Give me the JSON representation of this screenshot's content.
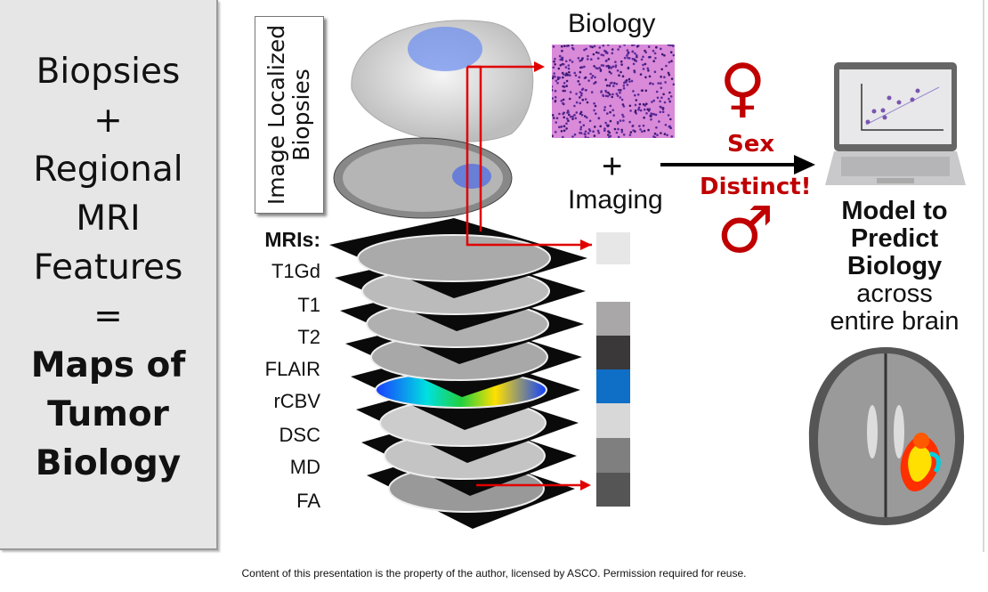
{
  "left_panel": {
    "lines": [
      "Biopsies",
      "+",
      "Regional",
      "MRI",
      "Features",
      "="
    ],
    "bold_lines": [
      "Maps of",
      "Tumor",
      "Biology"
    ]
  },
  "vertical_label": {
    "line1": "Image Localized",
    "line2": "Biopsies"
  },
  "mri": {
    "title": "MRIs:",
    "sequences": [
      "T1Gd",
      "T1",
      "T2",
      "FLAIR",
      "rCBV",
      "DSC",
      "MD",
      "FA"
    ]
  },
  "biology_label": "Biology",
  "plus": "+",
  "imaging_label": "Imaging",
  "sex_label": "Sex",
  "distinct_label": "Distinct!",
  "female_symbol": "♀",
  "male_symbol": "♂",
  "model": {
    "bold_lines": [
      "Model to",
      "Predict",
      "Biology"
    ],
    "lines": [
      "across",
      "entire brain"
    ]
  },
  "swatches": [
    "#e8e7e8",
    "#a9a7a7",
    "#3a3839",
    "#0f6fc6",
    "#d8d8d8",
    "#7f7f7f",
    "#555555"
  ],
  "colors": {
    "accent_red": "#c00000",
    "arrow_red": "#e00000"
  },
  "footer": "Content of this presentation is the property of the author, licensed by ASCO. Permission required for reuse."
}
